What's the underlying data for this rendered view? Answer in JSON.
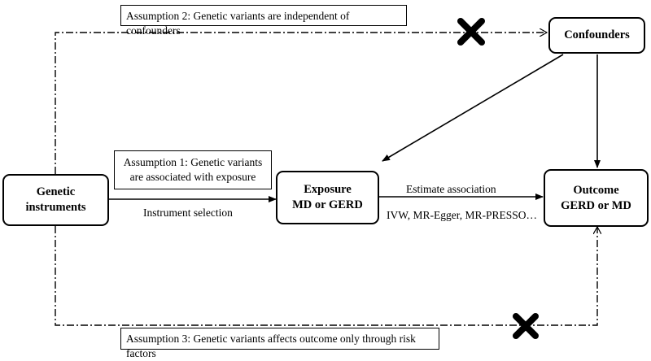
{
  "nodes": {
    "genetic": {
      "line1": "Genetic",
      "line2": "instruments"
    },
    "exposure": {
      "line1": "Exposure",
      "line2": "MD or GERD"
    },
    "outcome": {
      "line1": "Outcome",
      "line2": "GERD or MD"
    },
    "confounders": {
      "label": "Confounders"
    }
  },
  "assumptions": {
    "a1": {
      "line1": "Assumption 1: Genetic variants",
      "line2": "are associated with exposure"
    },
    "a2": "Assumption 2: Genetic variants are independent of confounders",
    "a3": "Assumption 3: Genetic variants affects outcome only through risk factors"
  },
  "edge_labels": {
    "instrument_selection": "Instrument selection",
    "estimate_association": "Estimate association",
    "methods": "IVW, MR-Egger, MR-PRESSO…"
  },
  "colors": {
    "line": "#000000",
    "cross": "#000000",
    "background": "#ffffff"
  }
}
